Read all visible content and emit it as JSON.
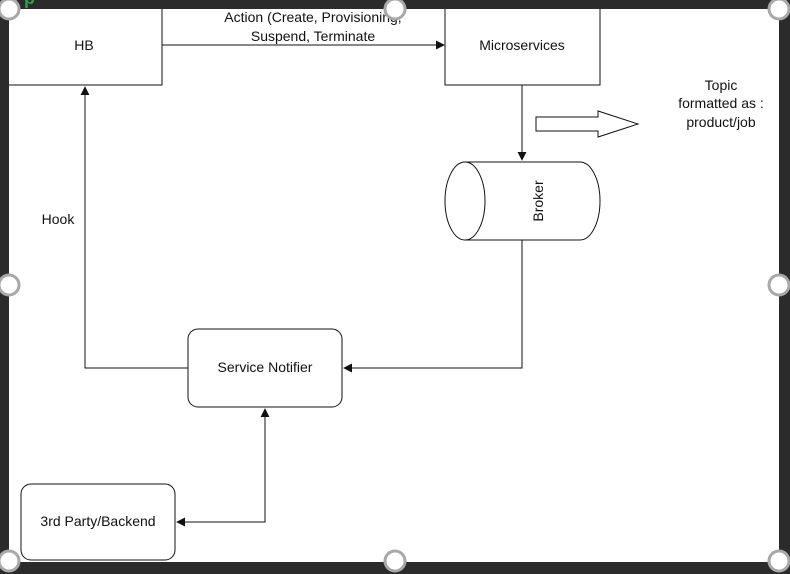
{
  "header_fragment": "ry p",
  "nodes": {
    "hb": "HB",
    "microservices": "Microservices",
    "broker": "Broker",
    "service_notifier": "Service Notifier",
    "third_party": "3rd Party/Backend"
  },
  "edges": {
    "action_line1": "Action (Create, Provisioning,",
    "action_line2": "Suspend, Terminate",
    "hook": "Hook"
  },
  "note": {
    "line1": "Topic",
    "line2": "formatted as :",
    "line3": "product/job"
  },
  "colors": {
    "frame": "#2b2b2b",
    "canvas": "#ffffff",
    "stroke": "#111111",
    "header_fragment": "#2ea043",
    "handle_stroke": "#a8a8a8"
  }
}
